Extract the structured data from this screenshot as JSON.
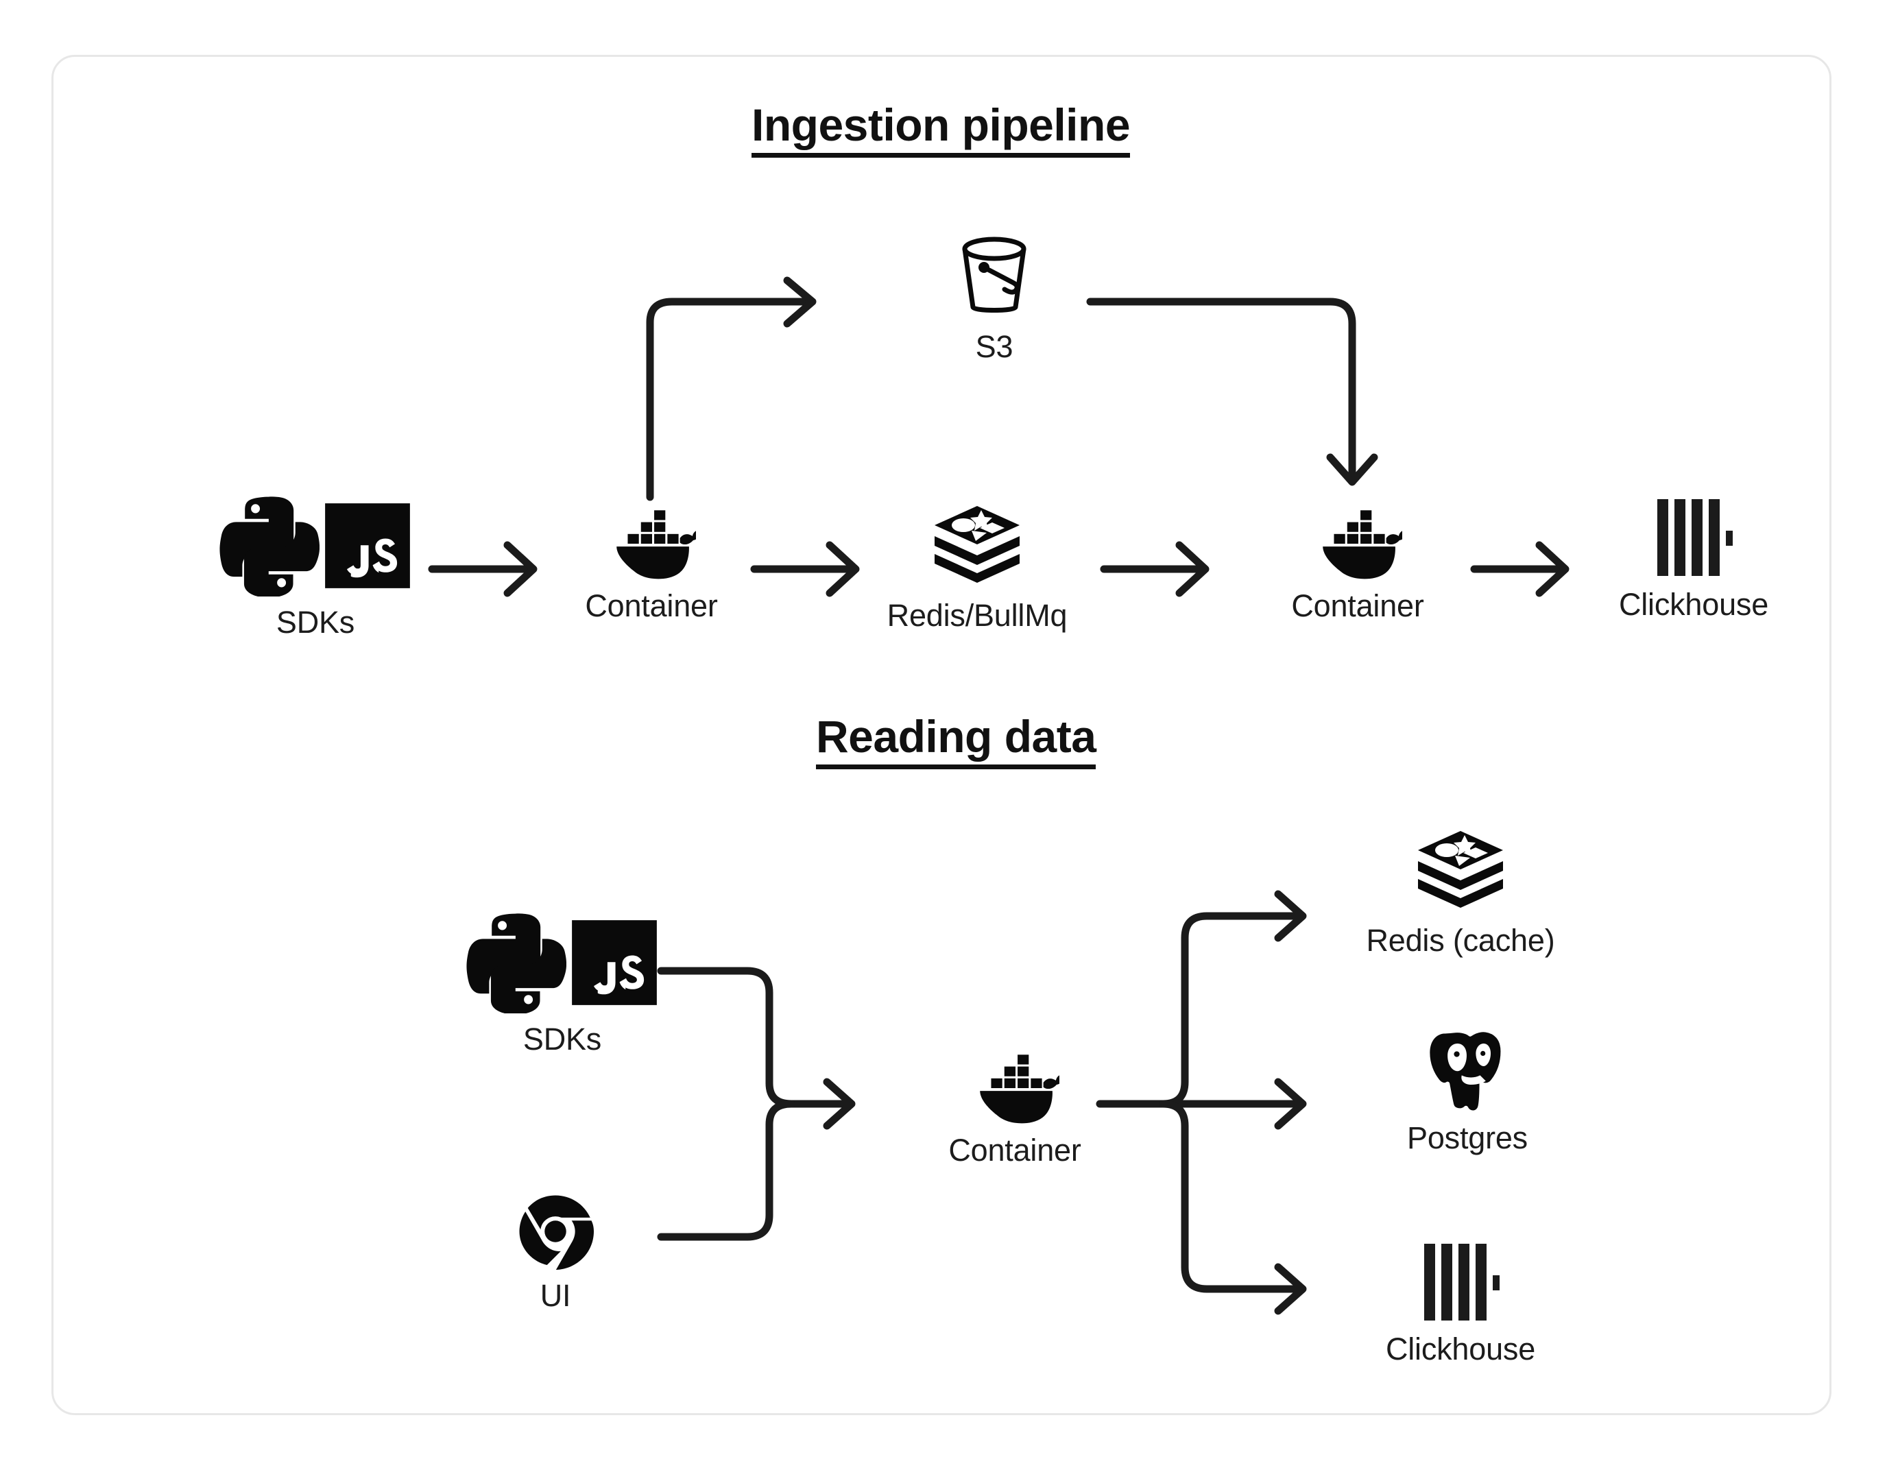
{
  "diagram": {
    "card": {
      "background": "#ffffff",
      "border_color": "#e7e7e7"
    },
    "ink_color": "#111111",
    "sections": [
      {
        "id": "ingestion",
        "title": "Ingestion pipeline",
        "nodes": [
          {
            "id": "sdks-1",
            "label": "SDKs",
            "icon": "python-js-sdks-icon"
          },
          {
            "id": "container-1",
            "label": "Container",
            "icon": "docker-whale-icon"
          },
          {
            "id": "s3",
            "label": "S3",
            "icon": "s3-bucket-icon"
          },
          {
            "id": "redis-bullmq",
            "label": "Redis/BullMq",
            "icon": "redis-stack-icon"
          },
          {
            "id": "container-2",
            "label": "Container",
            "icon": "docker-whale-icon"
          },
          {
            "id": "clickhouse-1",
            "label": "Clickhouse",
            "icon": "clickhouse-bars-icon"
          }
        ],
        "edges": [
          {
            "from": "sdks-1",
            "to": "container-1",
            "shape": "straight"
          },
          {
            "from": "container-1",
            "to": "s3",
            "shape": "elbow-up-right"
          },
          {
            "from": "container-1",
            "to": "redis-bullmq",
            "shape": "straight"
          },
          {
            "from": "s3",
            "to": "container-2",
            "shape": "elbow-right-down"
          },
          {
            "from": "redis-bullmq",
            "to": "container-2",
            "shape": "straight"
          },
          {
            "from": "container-2",
            "to": "clickhouse-1",
            "shape": "straight"
          }
        ]
      },
      {
        "id": "reading",
        "title": "Reading data",
        "nodes": [
          {
            "id": "sdks-2",
            "label": "SDKs",
            "icon": "python-js-sdks-icon"
          },
          {
            "id": "ui",
            "label": "UI",
            "icon": "chrome-browser-icon"
          },
          {
            "id": "container-3",
            "label": "Container",
            "icon": "docker-whale-icon"
          },
          {
            "id": "redis-cache",
            "label": "Redis (cache)",
            "icon": "redis-stack-icon"
          },
          {
            "id": "postgres",
            "label": "Postgres",
            "icon": "postgres-elephant-icon"
          },
          {
            "id": "clickhouse-2",
            "label": "Clickhouse",
            "icon": "clickhouse-bars-icon"
          }
        ],
        "edges": [
          {
            "from": "sdks-2",
            "to": "container-3",
            "shape": "merge-from-top"
          },
          {
            "from": "ui",
            "to": "container-3",
            "shape": "merge-from-bottom"
          },
          {
            "from": "container-3",
            "to": "redis-cache",
            "shape": "fan-up"
          },
          {
            "from": "container-3",
            "to": "postgres",
            "shape": "fan-straight"
          },
          {
            "from": "container-3",
            "to": "clickhouse-2",
            "shape": "fan-down"
          }
        ]
      }
    ],
    "icon_text": {
      "js_badge": "JS"
    }
  }
}
